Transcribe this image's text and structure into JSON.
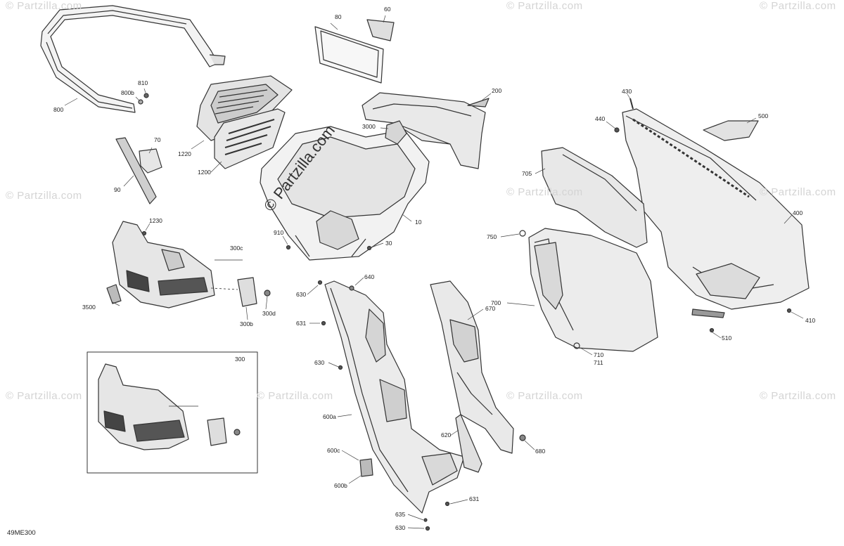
{
  "diagram_id": "49ME300",
  "watermark": "© Partzilla.com",
  "watermark_logo": "© Partzilla.com",
  "callouts": {
    "c80": "80",
    "c60": "60",
    "c810": "810",
    "c800b": "800b",
    "c800": "800",
    "c70": "70",
    "c90": "90",
    "c1220": "1220",
    "c1200": "1200",
    "c200": "200",
    "c3000": "3000",
    "c430": "430",
    "c440": "440",
    "c500": "500",
    "c705": "705",
    "c400": "400",
    "c1230": "1230",
    "c300c": "300c",
    "c910": "910",
    "c10": "10",
    "c30": "30",
    "c750": "750",
    "c3500": "3500",
    "c300b": "300b",
    "c300d": "300d",
    "c630a": "630",
    "c640": "640",
    "c631a": "631",
    "c670": "670",
    "c700": "700",
    "c410": "410",
    "c510": "510",
    "c710": "710",
    "c711": "711",
    "c300": "300",
    "c630b": "630",
    "c600a": "600a",
    "c620": "620",
    "c600c": "600c",
    "c680": "680",
    "c600b": "600b",
    "c631b": "631",
    "c635": "635",
    "c630c": "630"
  }
}
